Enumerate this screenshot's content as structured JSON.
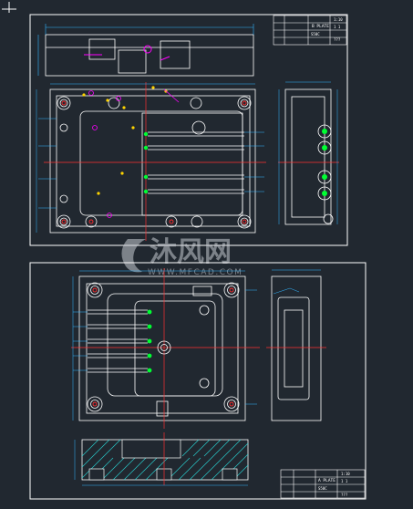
{
  "sheet_b": {
    "part_name": "B PLATE",
    "scale_label": "1:10",
    "qty_label": "1 1",
    "material": "S50C",
    "designer": "???"
  },
  "sheet_a": {
    "part_name": "A PLATE",
    "scale_label": "1:10",
    "qty_label": "1 1",
    "material": "S50C",
    "designer": "???"
  },
  "watermark": {
    "brand": "沐风网",
    "url": "WWW.MFCAD.COM"
  },
  "colors": {
    "background": "#212830",
    "border": "#ffffff",
    "outline": "#ffffff",
    "centerline": "#ff3030",
    "dimension": "#33b5ff",
    "feature": "#ffd400",
    "hole": "#ff2d2d",
    "cooling": "#00ff33",
    "hatch": "#28c9c9",
    "note": "#ff00ff"
  }
}
